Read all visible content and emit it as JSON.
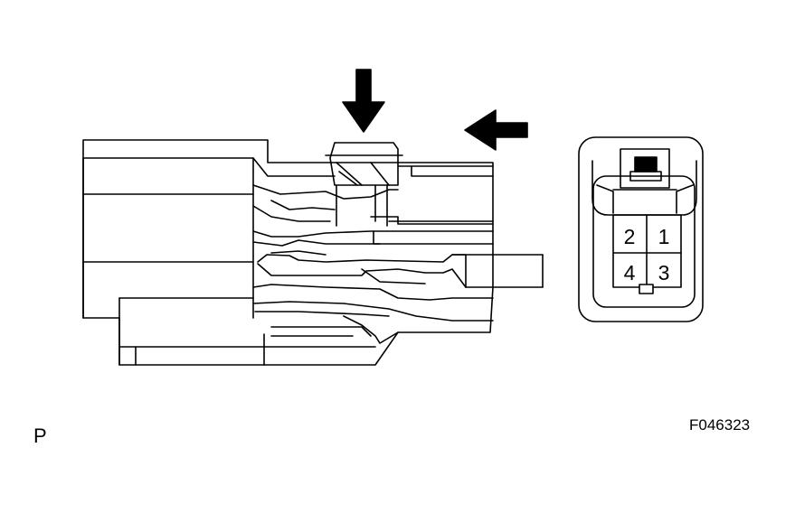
{
  "figure": {
    "corner_label": "P",
    "figure_code": "F046323"
  },
  "connector_face": {
    "pins": [
      {
        "number": "2"
      },
      {
        "number": "1"
      },
      {
        "number": "4"
      },
      {
        "number": "3"
      }
    ]
  },
  "icons": [
    "down-arrow-icon",
    "left-arrow-icon"
  ]
}
